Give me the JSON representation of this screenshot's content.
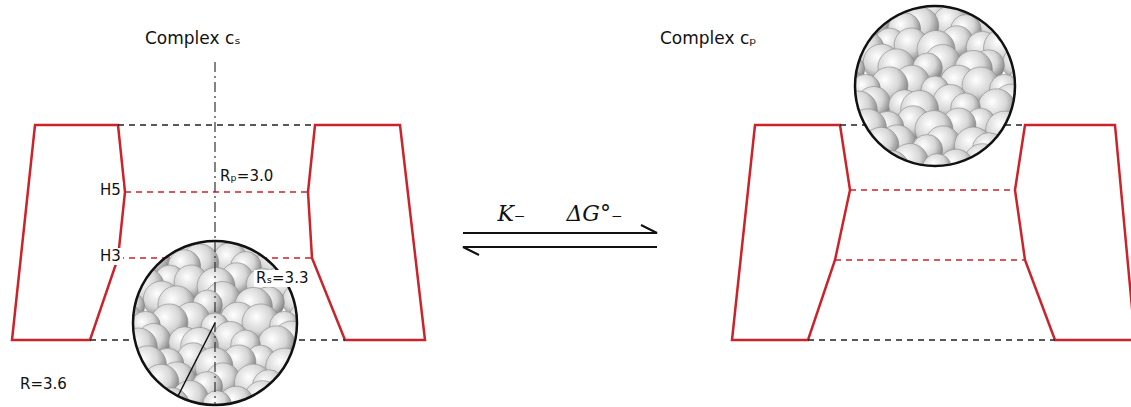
{
  "diagram": {
    "nodes": [
      {
        "text": [
          "Complex cₛ"
        ]
      },
      {
        "text": [
          "Complex cₚ"
        ]
      }
    ],
    "edges": [
      {
        "from": 0,
        "to": 1,
        "arrow": "both",
        "label": "K₋ ΔG°₋"
      }
    ],
    "labels": [
      "H5",
      "H3",
      "Rₚ=3.0",
      "Rₛ=3.3",
      "R=3.6"
    ]
  }
}
